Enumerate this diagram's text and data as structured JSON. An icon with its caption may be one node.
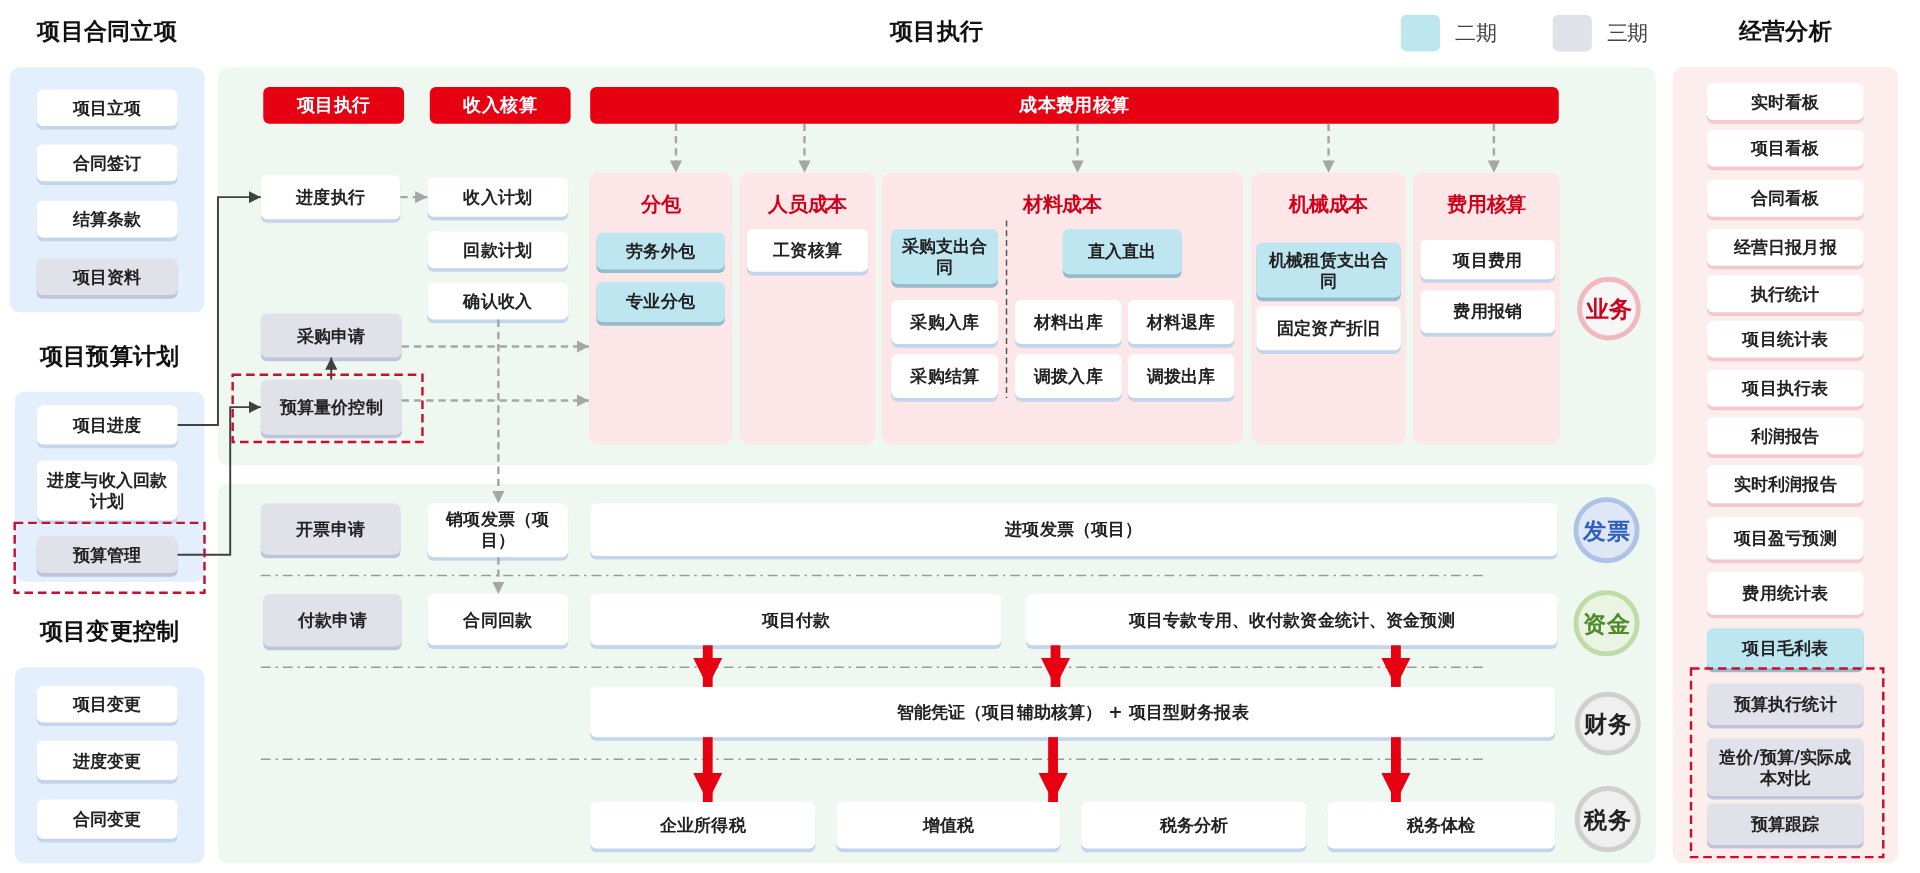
{
  "diagram": {
    "nodes": [
      {
        "text": [
          "项目合同立项"
        ]
      },
      {
        "text": [
          "项目立项"
        ],
        "in": 0
      },
      {
        "text": [
          "合同签订"
        ],
        "in": 0
      },
      {
        "text": [
          "结算条款"
        ],
        "in": 0
      },
      {
        "text": [
          "项目资料"
        ],
        "in": 0
      },
      {
        "text": [
          "项目预算计划"
        ]
      },
      {
        "text": [
          "项目进度"
        ],
        "in": 5
      },
      {
        "text": [
          "进度与收入回款计划"
        ],
        "in": 5
      },
      {
        "text": [
          "预算管理"
        ],
        "in": 5
      },
      {
        "text": [
          "项目变更控制"
        ]
      },
      {
        "text": [
          "项目变更"
        ],
        "in": 9
      },
      {
        "text": [
          "进度变更"
        ],
        "in": 9
      },
      {
        "text": [
          "合同变更"
        ],
        "in": 9
      },
      {
        "text": [
          "项目执行"
        ]
      },
      {
        "text": [
          "项目执行"
        ],
        "in": 13
      },
      {
        "text": [
          "收入核算"
        ],
        "in": 13
      },
      {
        "text": [
          "成本费用核算"
        ],
        "in": 13
      },
      {
        "text": [
          "进度执行"
        ],
        "in": 13
      },
      {
        "text": [
          "收入计划"
        ],
        "in": 13
      },
      {
        "text": [
          "回款计划"
        ],
        "in": 13
      },
      {
        "text": [
          "确认收入"
        ],
        "in": 13
      },
      {
        "text": [
          "采购申请"
        ],
        "in": 13
      },
      {
        "text": [
          "预算量价控制"
        ],
        "in": 13
      },
      {
        "text": [
          "分包"
        ],
        "in": 13
      },
      {
        "text": [
          "劳务外包"
        ],
        "in": 23
      },
      {
        "text": [
          "专业分包"
        ],
        "in": 23
      },
      {
        "text": [
          "人员成本"
        ],
        "in": 13
      },
      {
        "text": [
          "工资核算"
        ],
        "in": 26
      },
      {
        "text": [
          "材料成本"
        ],
        "in": 13
      },
      {
        "text": [
          "采购支出合同"
        ],
        "in": 28
      },
      {
        "text": [
          "直入直出"
        ],
        "in": 28
      },
      {
        "text": [
          "采购入库"
        ],
        "in": 28
      },
      {
        "text": [
          "材料出库"
        ],
        "in": 28
      },
      {
        "text": [
          "材料退库"
        ],
        "in": 28
      },
      {
        "text": [
          "采购结算"
        ],
        "in": 28
      },
      {
        "text": [
          "调拨入库"
        ],
        "in": 28
      },
      {
        "text": [
          "调拨出库"
        ],
        "in": 28
      },
      {
        "text": [
          "机械成本"
        ],
        "in": 13
      },
      {
        "text": [
          "机械租赁支出合同"
        ],
        "in": 37
      },
      {
        "text": [
          "固定资产折旧"
        ],
        "in": 37
      },
      {
        "text": [
          "费用核算"
        ],
        "in": 13
      },
      {
        "text": [
          "项目费用"
        ],
        "in": 40
      },
      {
        "text": [
          "费用报销"
        ],
        "in": 40
      },
      {
        "text": [
          "业务"
        ],
        "in": 13
      },
      {
        "text": [
          "开票申请"
        ]
      },
      {
        "text": [
          "销项发票（项目）"
        ]
      },
      {
        "text": [
          "进项发票（项目）"
        ]
      },
      {
        "text": [
          "发票"
        ]
      },
      {
        "text": [
          "付款申请"
        ]
      },
      {
        "text": [
          "合同回款"
        ]
      },
      {
        "text": [
          "项目付款"
        ]
      },
      {
        "text": [
          "项目专款专用、收付款资金统计、资金预测"
        ]
      },
      {
        "text": [
          "资金"
        ]
      },
      {
        "text": [
          "智能凭证（项目辅助核算） + 项目型财务报表"
        ]
      },
      {
        "text": [
          "财务"
        ]
      },
      {
        "text": [
          "企业所得税"
        ]
      },
      {
        "text": [
          "增值税"
        ]
      },
      {
        "text": [
          "税务分析"
        ]
      },
      {
        "text": [
          "税务体检"
        ]
      },
      {
        "text": [
          "税务"
        ]
      },
      {
        "text": [
          "经营分析"
        ]
      },
      {
        "text": [
          "实时看板"
        ],
        "in": 60
      },
      {
        "text": [
          "项目看板"
        ],
        "in": 60
      },
      {
        "text": [
          "合同看板"
        ],
        "in": 60
      },
      {
        "text": [
          "经营日报月报"
        ],
        "in": 60
      },
      {
        "text": [
          "执行统计"
        ],
        "in": 60
      },
      {
        "text": [
          "项目统计表"
        ],
        "in": 60
      },
      {
        "text": [
          "项目执行表"
        ],
        "in": 60
      },
      {
        "text": [
          "利润报告"
        ],
        "in": 60
      },
      {
        "text": [
          "实时利润报告"
        ],
        "in": 60
      },
      {
        "text": [
          "项目盈亏预测"
        ],
        "in": 60
      },
      {
        "text": [
          "费用统计表"
        ],
        "in": 60
      },
      {
        "text": [
          "项目毛利表"
        ],
        "in": 60
      },
      {
        "text": [
          "预算执行统计"
        ],
        "in": 60
      },
      {
        "text": [
          "造价/预算/实际成本对比"
        ],
        "in": 60
      },
      {
        "text": [
          "预算跟踪"
        ],
        "in": 60
      }
    ],
    "edges": [
      {
        "from": 6,
        "to": 17,
        "arrow": "to",
        "color": "#404040"
      },
      {
        "from": 8,
        "to": 22,
        "arrow": "to",
        "color": "#404040"
      },
      {
        "from": 22,
        "to": 21,
        "arrow": "to",
        "color": "#404040"
      },
      {
        "from": 17,
        "to": 18,
        "arrow": "to",
        "style": "dashed"
      },
      {
        "from": 16,
        "to": 23,
        "arrow": "to",
        "style": "dashed"
      },
      {
        "from": 16,
        "to": 26,
        "arrow": "to",
        "style": "dashed"
      },
      {
        "from": 16,
        "to": 28,
        "arrow": "to",
        "style": "dashed"
      },
      {
        "from": 16,
        "to": 37,
        "arrow": "to",
        "style": "dashed"
      },
      {
        "from": 16,
        "to": 40,
        "arrow": "to",
        "style": "dashed"
      },
      {
        "from": 21,
        "to": 23,
        "arrow": "to",
        "style": "dashed"
      },
      {
        "from": 22,
        "to": 23,
        "arrow": "to",
        "style": "dashed"
      },
      {
        "from": 20,
        "to": 45,
        "arrow": "to",
        "style": "dashed"
      },
      {
        "from": 45,
        "to": 49,
        "arrow": "to",
        "style": "dashed"
      },
      {
        "from": 50,
        "to": 53,
        "arrow": "to",
        "style": "thick",
        "color": "#e60012"
      },
      {
        "from": 51,
        "to": 53,
        "arrow": "to",
        "style": "thick",
        "color": "#e60012"
      },
      {
        "from": 51,
        "to": 53,
        "arrow": "to",
        "style": "thick",
        "color": "#e60012"
      },
      {
        "from": 53,
        "to": 55,
        "arrow": "to",
        "style": "thick",
        "color": "#e60012"
      },
      {
        "from": 53,
        "to": 56,
        "arrow": "to",
        "style": "thick",
        "color": "#e60012"
      },
      {
        "from": 53,
        "to": 58,
        "arrow": "to",
        "style": "thick",
        "color": "#e60012"
      }
    ],
    "legend": [
      {
        "text": "二期",
        "color": "#bde6f0"
      },
      {
        "text": "三期",
        "color": "#e1e1ea"
      }
    ]
  }
}
